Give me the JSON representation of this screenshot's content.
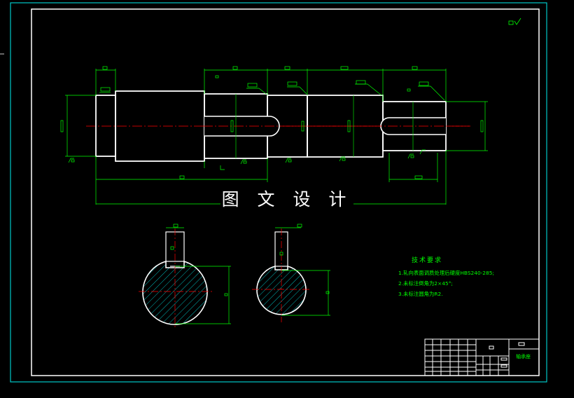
{
  "drawing": {
    "watermark_title": "图 文 设 计",
    "technical_requirements": {
      "heading": "技术要求",
      "items": [
        "1.轧向表面调质处理后硬度HBS240-285;",
        "2.未标注倒角为2×45°;",
        "3.未标注圆角为R2."
      ]
    },
    "title_block": {
      "drawing_number": "轴承座"
    },
    "colors": {
      "background": "#000000",
      "frame": "#ffffff",
      "outer_border": "#00c8c8",
      "dimension": "#00ff00",
      "centerline": "#ff0000",
      "hatch": "#00b4b4"
    }
  }
}
